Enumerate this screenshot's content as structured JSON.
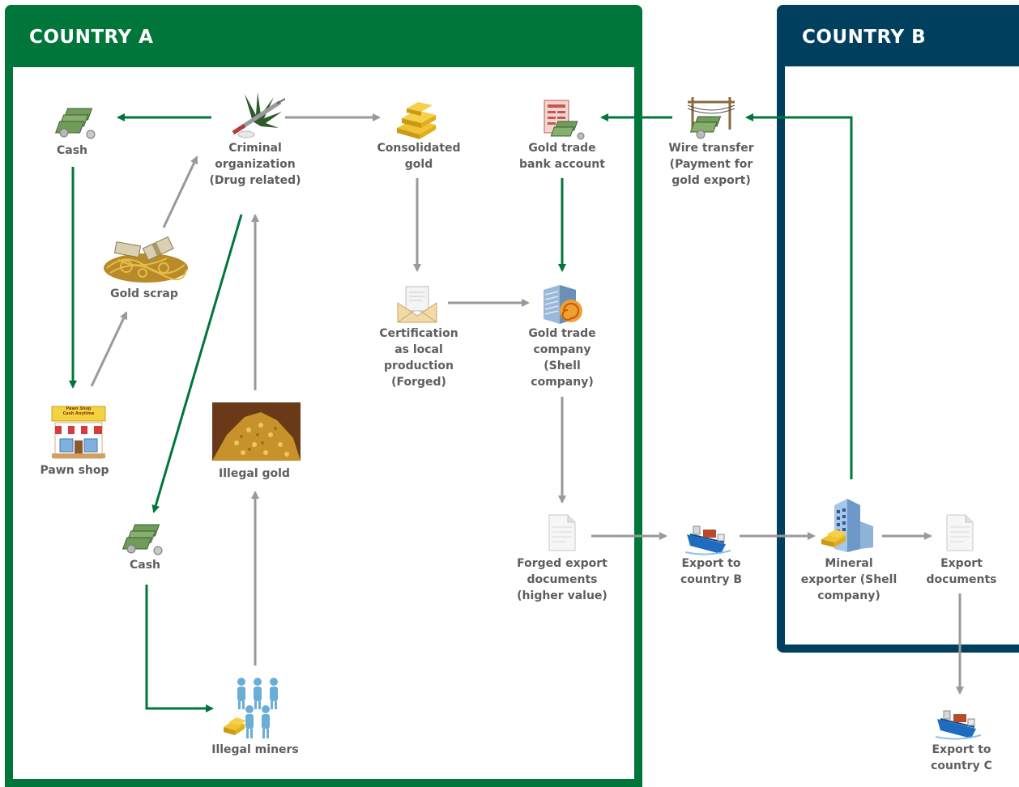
{
  "countries": {
    "a": "COUNTRY A",
    "b": "COUNTRY B"
  },
  "colors": {
    "country_a": "#00763a",
    "country_b": "#00405e",
    "arrow_green": "#00763a",
    "arrow_gray": "#999999",
    "text": "#5e5e5e"
  },
  "nodes": {
    "cash_top": {
      "label": "Cash",
      "icon": "cash-icon"
    },
    "criminal": {
      "label": "Criminal\norganization\n(Drug related)",
      "icon": "drugs-icon"
    },
    "consolidated": {
      "label": "Consolidated\ngold",
      "icon": "gold-bars-icon"
    },
    "bank": {
      "label": "Gold trade\nbank account",
      "icon": "bank-account-icon"
    },
    "wire": {
      "label": "Wire transfer\n(Payment for\ngold export)",
      "icon": "wire-transfer-icon"
    },
    "scrap": {
      "label": "Gold scrap",
      "icon": "gold-scrap-icon"
    },
    "cert": {
      "label": "Certification\nas local\nproduction\n(Forged)",
      "icon": "certificate-envelope-icon"
    },
    "company": {
      "label": "Gold trade\ncompany\n(Shell\ncompany)",
      "icon": "shell-company-icon"
    },
    "pawn": {
      "label": "Pawn shop",
      "icon": "pawn-shop-icon",
      "sign": "Pawn Shop\nCash Anytime"
    },
    "illegal_gold": {
      "label": "Illegal gold",
      "icon": "gold-nuggets-icon"
    },
    "cash_bottom": {
      "label": "Cash",
      "icon": "cash-icon"
    },
    "forged_docs": {
      "label": "Forged export\ndocuments\n(higher value)",
      "icon": "document-icon"
    },
    "export_b": {
      "label": "Export to\ncountry B",
      "icon": "ship-icon"
    },
    "mineral": {
      "label": "Mineral\nexporter (Shell\ncompany)",
      "icon": "building-gold-icon"
    },
    "export_docs": {
      "label": "Export\ndocuments",
      "icon": "document-icon"
    },
    "export_c": {
      "label": "Export to\ncountry C",
      "icon": "ship-icon"
    },
    "miners": {
      "label": "Illegal miners",
      "icon": "people-icon"
    }
  }
}
